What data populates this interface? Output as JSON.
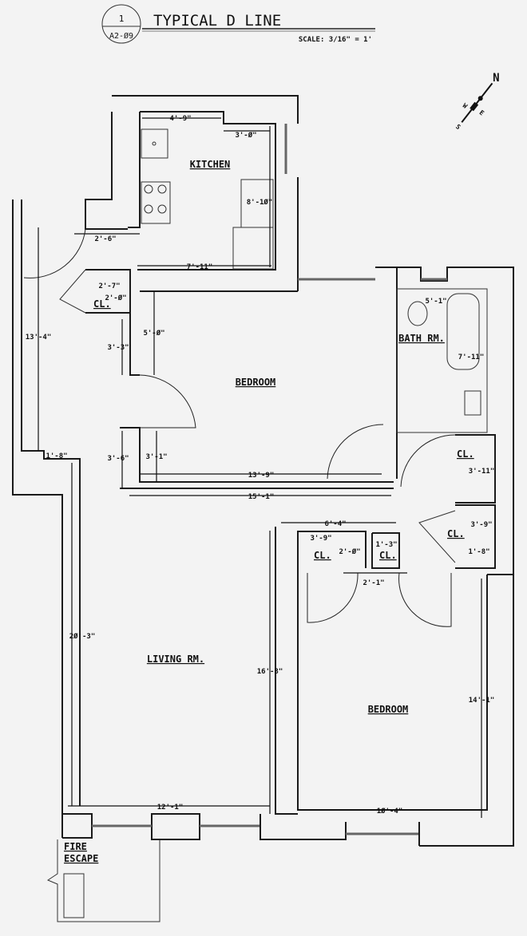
{
  "title_block": {
    "detail_number": "1",
    "sheet": "A2-Ø9",
    "title": "TYPICAL D LINE",
    "scale": "SCALE: 3/16\" = 1'"
  },
  "north_arrow": {
    "label_n": "N",
    "label_e": "E",
    "label_w": "W",
    "label_s": "S"
  },
  "rooms": {
    "kitchen": "KITCHEN",
    "bedroom_1": "BEDROOM",
    "bath": "BATH RM.",
    "living": "LIVING RM.",
    "bedroom_2": "BEDROOM",
    "closet_1": "CL.",
    "closet_2": "CL.",
    "closet_3": "CL.",
    "closet_4": "CL.",
    "closet_5": "CL.",
    "fire_escape_1": "FIRE",
    "fire_escape_2": "ESCAPE"
  },
  "dimensions": {
    "kitchen_width": "4'-9\"",
    "kitchen_side": "3'-Ø\"",
    "kitchen_depth": "8'-1Ø\"",
    "kitchen_door": "2'-6\"",
    "kitchen_length": "7'-11\"",
    "closet_w": "2'-7\"",
    "closet_d": "2'-Ø\"",
    "entry_wall": "13'-4\"",
    "hall_a": "3'-3\"",
    "bed1_a": "5'-Ø\"",
    "hall_b": "3'-6\"",
    "bed1_b": "3'-1\"",
    "bed1_width": "13'-9\"",
    "bed1_total": "15'-1\"",
    "jog": "1'-8\"",
    "bath_w": "5'-1\"",
    "bath_d": "7'-11\"",
    "cl_right_1": "3'-11\"",
    "cl_right_2": "3'-9\"",
    "cl_right_3": "1'-8\"",
    "cl_top": "6'-4\"",
    "cl_a": "3'-9\"",
    "cl_b": "2'-Ø\"",
    "cl_c": "1'-3\"",
    "cl_door": "2'-1\"",
    "living_depth": "2Ø'-3\"",
    "living_wall": "16'-8\"",
    "bed2_depth": "14'-1\"",
    "living_width": "12'-1\"",
    "bed2_width": "1Ø'-4\""
  }
}
